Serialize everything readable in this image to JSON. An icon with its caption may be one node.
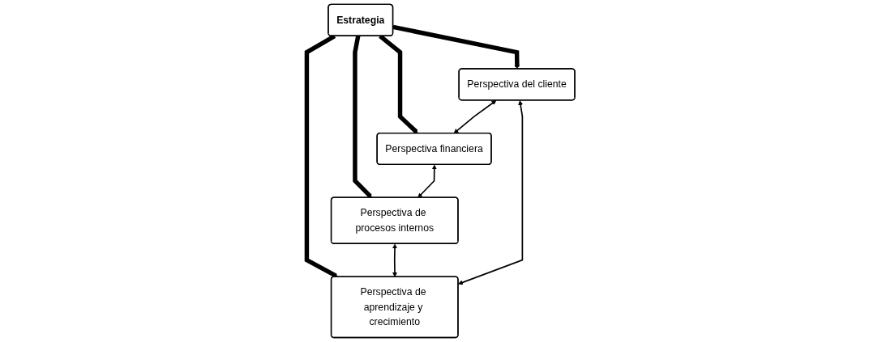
{
  "diagram": {
    "nodes": [
      {
        "text": [
          "Perspectiva financiera"
        ]
      },
      {
        "text": [
          "Perspectiva del cliente"
        ]
      },
      {
        "text": [
          "Estrategia"
        ]
      },
      {
        "text": [
          "Perspectiva de procesos internos"
        ]
      },
      {
        "text": [
          "Perspectiva de aprendizaje y crecimiento"
        ]
      }
    ],
    "edges": [
      {
        "from": 2,
        "to": 0,
        "arrow": "to",
        "style": "thick"
      },
      {
        "from": 2,
        "to": 1,
        "arrow": "to",
        "style": "thick"
      },
      {
        "from": 2,
        "to": 3,
        "arrow": "to",
        "style": "thick"
      },
      {
        "from": 2,
        "to": 4,
        "arrow": "to",
        "style": "thick"
      },
      {
        "from": 1,
        "to": 0,
        "arrow": "both"
      },
      {
        "from": 0,
        "to": 3,
        "arrow": "both"
      },
      {
        "from": 3,
        "to": 4,
        "arrow": "both"
      },
      {
        "from": 1,
        "to": 4,
        "arrow": "both"
      }
    ]
  }
}
